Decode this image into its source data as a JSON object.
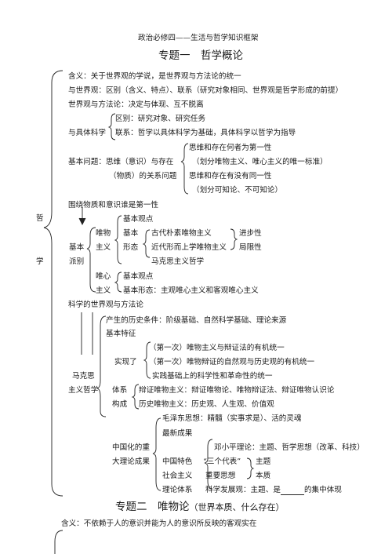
{
  "doc": {
    "header": "政治必修四——生活与哲学知识框架",
    "topic1_title": "专题一　哲学概论",
    "topic2_title": "专题二　唯物论",
    "topic2_note": "（世界本质、什么存在）"
  },
  "sec1": {
    "root_a": "哲",
    "root_b": "学",
    "l1": "含义：关于世界观的学说，是世界观与方法论的统一",
    "l2": "与世界观：区别（含义、特点）、联系（研究对象相同、世界观是哲学形成的前提）",
    "l3": "世界观与方法论：决定与体现、互不脱离",
    "sci_prefix": "与具体科学",
    "sci_diff": "区别：研究对象、研究任务",
    "sci_link": "联系：哲学以具体科学为基础，具体科学以哲学为指导",
    "bq_label": "基本问题：思维（意识）与存在",
    "bq_label2": "（物质）的关系问题",
    "bq_first": "思维和存在何者为第一性",
    "bq_first_note": "（划分唯物主义、唯心主义的唯一标准）",
    "bq_second": "思维和存在有没有同一性",
    "bq_second_note": "（划分可知论、不可知论）",
    "around": "围绕物质和意识谁是第一性"
  },
  "schools": {
    "label1": "基本",
    "label2": "派别",
    "mat1": "唯物",
    "mat2": "主义",
    "mat_view": "基本观点",
    "mat_forms_a": "基本",
    "mat_forms_b": "形态",
    "form1": "古代朴素唯物主义",
    "form2": "近代形而上学唯物主义",
    "form3": "马克思主义哲学",
    "progress": "进步性",
    "limit": "局限性",
    "ide1": "唯心",
    "ide2": "主义",
    "ide_view": "基本观点",
    "ide_forms": "基本形态：主观唯心主义和客观唯心主义"
  },
  "marx": {
    "sci": "科学的世界观与方法论",
    "label1": "马克思",
    "label2": "主义哲学",
    "cond": "产生的历史条件：阶级基础、自然科学基础、理论来源",
    "feat": "基本特征",
    "real": "实现了",
    "r1": "（第一次）唯物主义与辩证法的有机统一",
    "r2": "（第一次）唯物辩证的自然观与历史观的有机统一",
    "r3": "实践基础上的科学性和革命性的统一",
    "sys_a": "体系",
    "sys_b": "构成",
    "dm": "辩证唯物主义：辩证唯物论、唯物辩证法、辩证唯物认识论",
    "hm": "历史唯物主义：历史观、人生观、价值观"
  },
  "sinic": {
    "label1": "中国化的重",
    "label2": "大理论成果",
    "mao": "毛泽东思想：精髓（实事求是）、活的灵魂",
    "newest": "最新成果",
    "sys1": "中国特色",
    "sys2": "社会主义",
    "sys3": "理论体系",
    "deng": "邓小平理论：主题、哲学思想（改革、科技）",
    "three": "“三个代表”",
    "three_thought": "重要思想",
    "theme": "主题",
    "essence": "本质",
    "sd_a": "科学发展观：主题、是",
    "sd_b": "的集中体现"
  },
  "sec2": {
    "meaning": "含义：不依赖于人的意识并能为人的意识所反映的客观实在"
  }
}
